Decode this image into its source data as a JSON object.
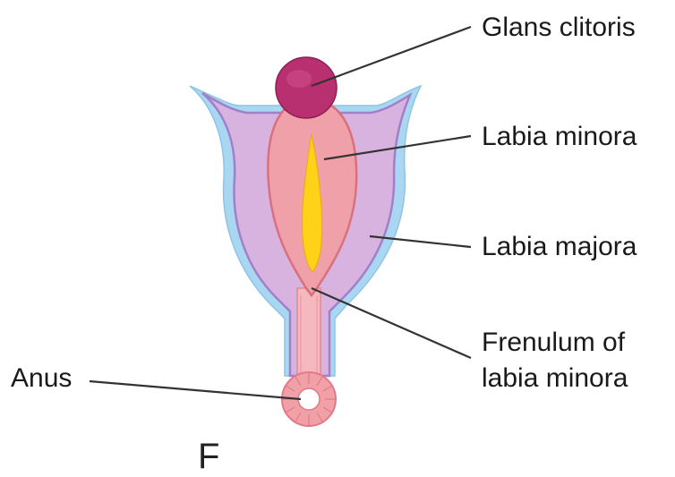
{
  "labels": {
    "glans_clitoris": "Glans clitoris",
    "labia_minora": "Labia minora",
    "labia_majora": "Labia majora",
    "frenulum_line1": "Frenulum of",
    "frenulum_line2": "labia minora",
    "anus": "Anus"
  },
  "panel_letter": "F",
  "colors": {
    "outer_edge": "#a9d6f0",
    "labia_majora": "#d9b3df",
    "labia_majora_edge": "#9f80c9",
    "labia_minora": "#f0a0a8",
    "labia_minora_edge": "#d9707e",
    "vestibule": "#ffd21a",
    "glans": "#b8306f",
    "anus_ring": "#f2a0a8",
    "leader_line": "#333333"
  }
}
